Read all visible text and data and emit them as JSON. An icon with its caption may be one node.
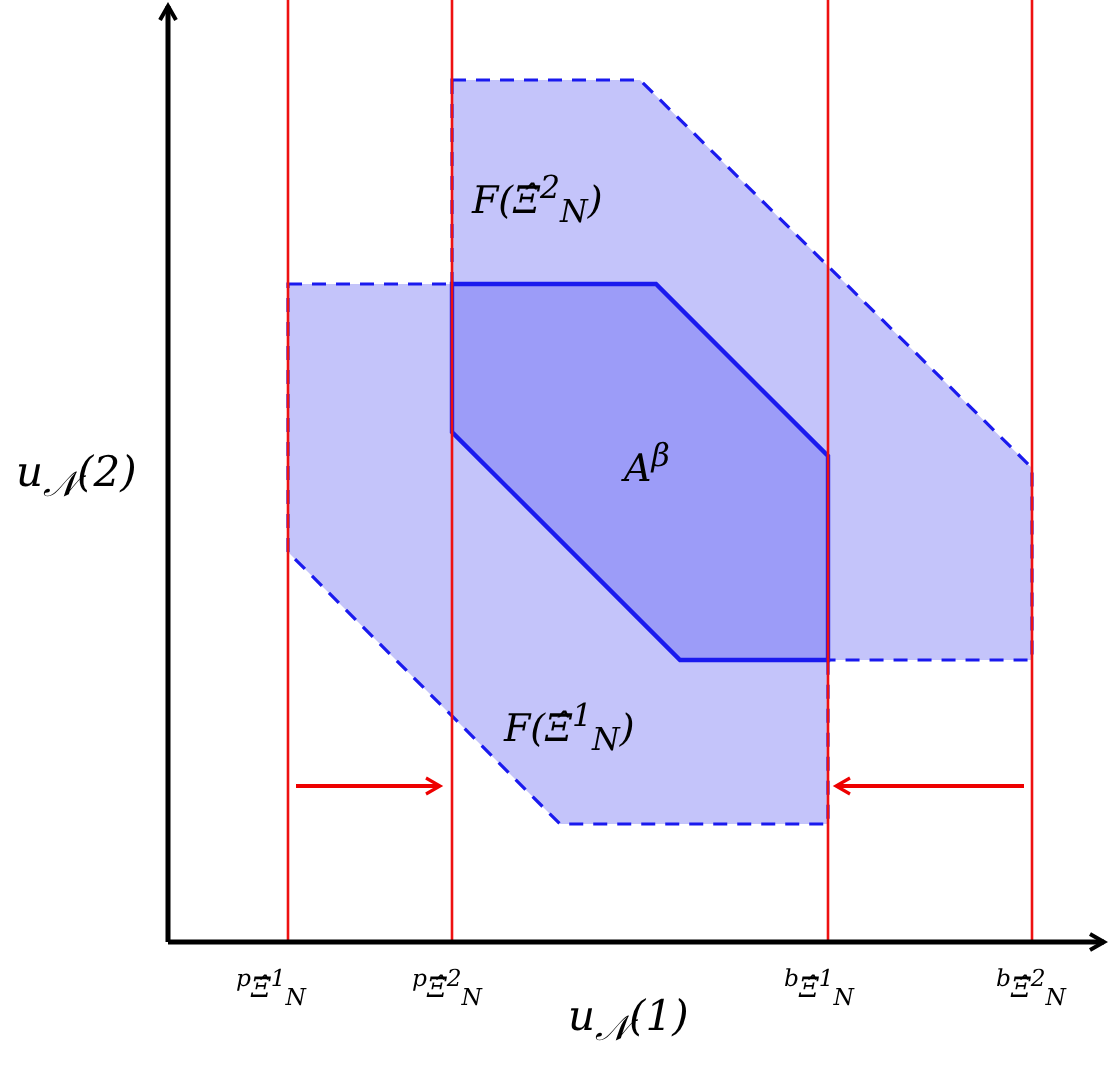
{
  "diagram": {
    "nodes": [
      {
        "text": [
          "F(Ξ̂$^{2}$$_{N}$)"
        ]
      },
      {
        "text": [
          "A$^{β}$"
        ]
      },
      {
        "text": [
          "F(Ξ̂$^{1}$$_{N}$)"
        ]
      }
    ],
    "labels": [
      "u$_{𝒩}$(2)",
      "$^{p}$Ξ̂$^{1}$$_{N}$",
      "$^{p}$Ξ̂$^{2}$$_{N}$",
      "$^{b}$Ξ̂$^{1}$$_{N}$",
      "$^{b}$Ξ̂$^{2}$$_{N}$",
      "u$_{𝒩}$(1)"
    ]
  }
}
